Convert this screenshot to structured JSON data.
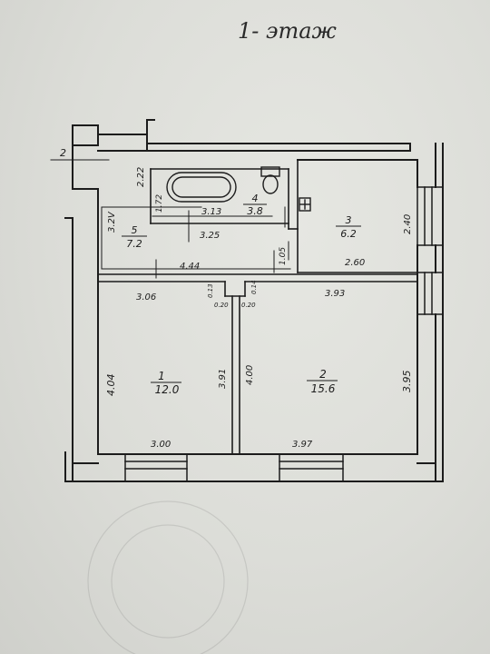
{
  "header": {
    "floor_title": "1- этаж"
  },
  "rooms": [
    {
      "number": "1",
      "area": "12.0"
    },
    {
      "number": "2",
      "area": "15.6"
    },
    {
      "number": "3",
      "area": "6.2"
    },
    {
      "number": "4",
      "area": "3.8"
    },
    {
      "number": "5",
      "area": "7.2"
    }
  ],
  "dimensions": {
    "d_2": "2",
    "d_2_22": "2.22",
    "d_1_72": "1.72",
    "d_3_21": "3.2V",
    "d_3_13": "3.13",
    "d_3_25": "3.25",
    "d_2_40": "2.40",
    "d_1_05": "1.05",
    "d_4_44": "4.44",
    "d_2_60": "2.60",
    "d_3_06": "3.06",
    "d_0_13": "0.13",
    "d_0_20a": "0.20",
    "d_0_14": "0.14",
    "d_0_20b": "0.20",
    "d_3_93": "3.93",
    "d_4_04": "4.04",
    "d_3_91": "3.91",
    "d_4_00": "4.00",
    "d_3_95": "3.95",
    "d_3_00": "3.00",
    "d_3_97": "3.97"
  },
  "colors": {
    "ink": "#1c1c1c",
    "paper": "#dddeda",
    "pen": "#2a2a2a"
  }
}
